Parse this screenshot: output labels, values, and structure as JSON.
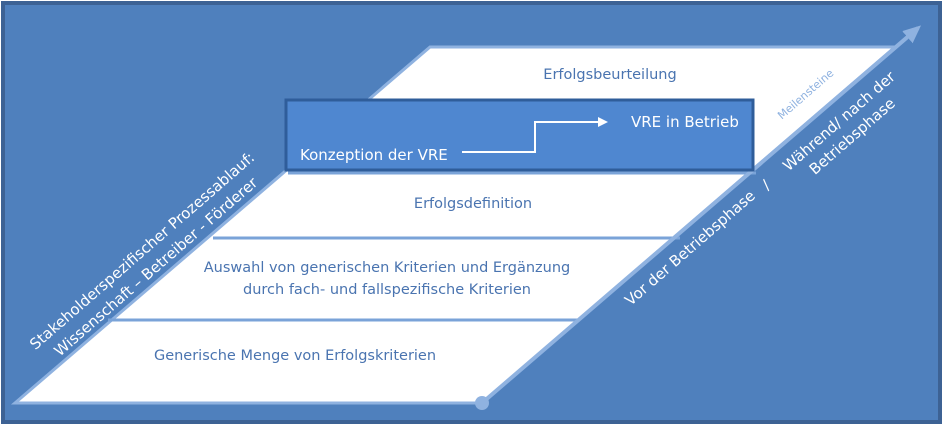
{
  "diagram": {
    "layers": [
      {
        "label_lines": [
          "Erfolgsbeurteilung"
        ]
      },
      {
        "label_lines": [
          "Erfolgsdefinition"
        ]
      },
      {
        "label_lines": [
          "Auswahl von generischen Kriterien und Ergänzung",
          "durch fach- und fallspezifische Kriterien"
        ]
      },
      {
        "label_lines": [
          "Generische Menge von Erfolgskriterien"
        ]
      }
    ],
    "highlight_box": {
      "start_label": "Konzeption der VRE",
      "end_label": "VRE in Betrieb"
    },
    "left_axis_label_lines": [
      "Stakeholderspezifischer Prozessablauf:",
      "Wissenschaft – Betreiber - Förderer"
    ],
    "right_axis": {
      "milestones_label": "Meilensteine",
      "before_label": "Vor der Betriebsphase",
      "separator": "/",
      "after_label_lines": [
        "Während/ nach der",
        "Betriebsphase"
      ]
    },
    "colors": {
      "background": "#4f80bd",
      "frame": "#3d6294",
      "plane": "#ffffff",
      "plane_edge": "#8fb2e0",
      "layer_text": "#4a74b0",
      "highlight_fill": "#4f87d0",
      "highlight_border": "#2f5d9a",
      "white_text": "#ffffff",
      "milestone_text": "#8fb2e0"
    }
  }
}
